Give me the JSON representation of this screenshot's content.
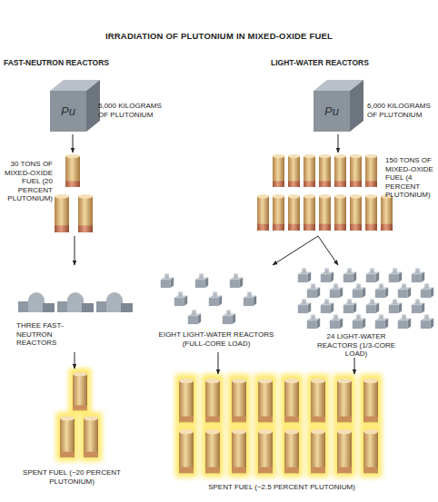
{
  "diagram": {
    "title": "IRRADIATION OF PLUTONIUM IN MIXED-OXIDE FUEL",
    "nodes": [
      {
        "text": [
          "Pu",
          "6,000 KILOGRAMS OF PLUTONIUM"
        ]
      },
      {
        "text": [
          "Pu",
          "6,000 KILOGRAMS OF PLUTONIUM"
        ]
      },
      {
        "text": [
          "30 TONS OF MIXED-OXIDE FUEL (20 PERCENT PLUTONIUM)"
        ]
      },
      {
        "text": [
          "150 TONS OF MIXED-OXIDE FUEL (4 PERCENT PLUTONIUM)"
        ]
      },
      {
        "text": [
          "THREE FAST-NEUTRON REACTORS"
        ]
      },
      {
        "text": [
          "EIGHT LIGHT-WATER REACTORS (FULL-CORE LOAD)"
        ]
      },
      {
        "text": [
          "24 LIGHT-WATER REACTORS (1/3-CORE LOAD)"
        ]
      },
      {
        "text": [
          "SPENT FUEL (~20 PERCENT PLUTONIUM)"
        ]
      },
      {
        "text": [
          "SPENT FUEL (~2.5 PERCENT PLUTONIUM)"
        ]
      }
    ],
    "edges": [
      {
        "from": 0,
        "to": 2,
        "arrow": "to"
      },
      {
        "from": 1,
        "to": 3,
        "arrow": "to"
      },
      {
        "from": 2,
        "to": 4,
        "arrow": "to"
      },
      {
        "from": 3,
        "to": 5,
        "arrow": "to"
      },
      {
        "from": 3,
        "to": 6,
        "arrow": "to"
      },
      {
        "from": 4,
        "to": 7,
        "arrow": "to"
      },
      {
        "from": 5,
        "to": 8,
        "arrow": "to"
      },
      {
        "from": 6,
        "to": 8,
        "arrow": "to"
      }
    ],
    "labels": [
      "FAST-NEUTRON REACTORS",
      "LIGHT-WATER REACTORS"
    ]
  }
}
